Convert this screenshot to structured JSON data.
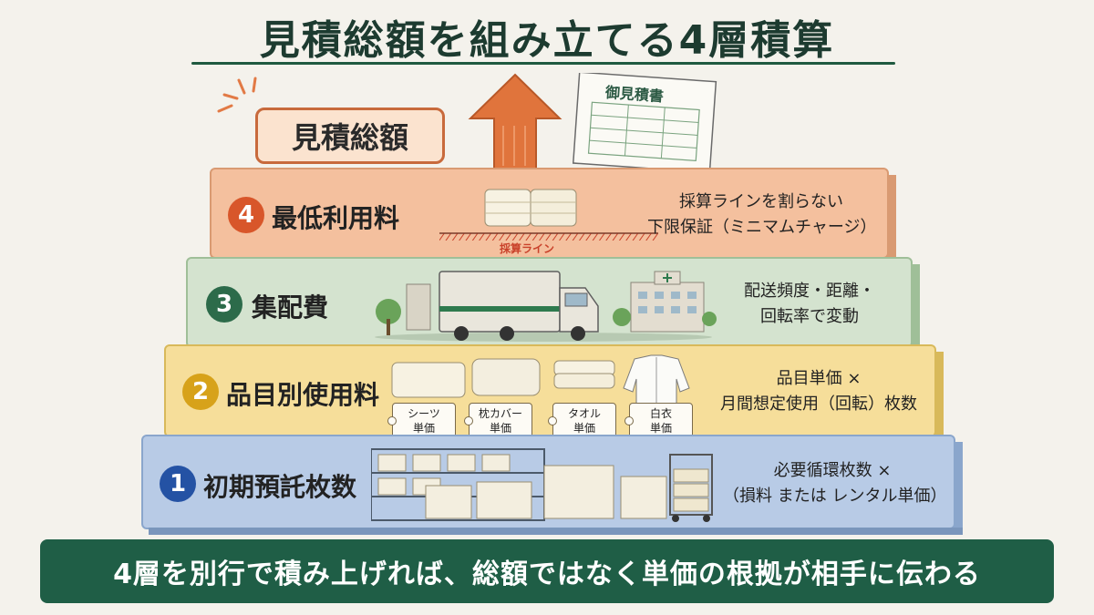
{
  "title": "見積総額を組み立てる4層積算",
  "top": {
    "total_label": "見積総額",
    "document_title": "御見積書"
  },
  "tiers": [
    {
      "number": "4",
      "name": "最低利用料",
      "description_lines": [
        "採算ラインを割らない",
        "下限保証（ミニマムチャージ）"
      ],
      "illustration_label": "採算ライン",
      "color": "#f4c09e",
      "badge_color": "#d8562a"
    },
    {
      "number": "3",
      "name": "集配費",
      "description_lines": [
        "配送頻度・距離・",
        "回転率で変動"
      ],
      "color": "#d4e3cf",
      "badge_color": "#2c6b4a"
    },
    {
      "number": "2",
      "name": "品目別使用料",
      "description_lines": [
        "品目単価 ×",
        "月間想定使用（回転）枚数"
      ],
      "item_tags": [
        [
          "シーツ",
          "単価"
        ],
        [
          "枕カバー",
          "単価"
        ],
        [
          "タオル",
          "単価"
        ],
        [
          "白衣",
          "単価"
        ]
      ],
      "color": "#f6de9a",
      "badge_color": "#d7a21a"
    },
    {
      "number": "1",
      "name": "初期預託枚数",
      "description_lines": [
        "必要循環枚数 ×",
        "（損料 または レンタル単価）"
      ],
      "color": "#b8cbe6",
      "badge_color": "#2452a4"
    }
  ],
  "banner": "4層を別行で積み上げれば、総額ではなく単価の根拠が相手に伝わる",
  "colors": {
    "title": "#1d3b30",
    "banner_bg": "#1f5e46",
    "arrow": "#e0743c"
  }
}
